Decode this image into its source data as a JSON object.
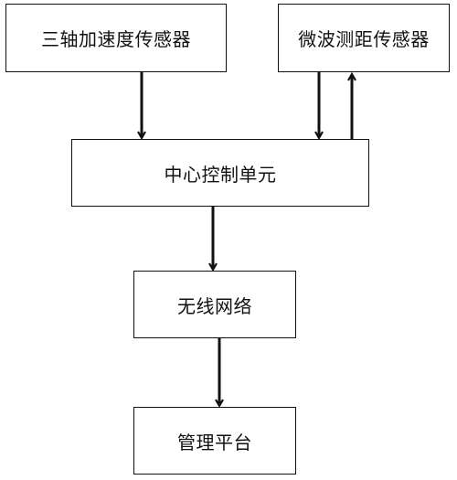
{
  "nodes": {
    "accelerometer": "三轴加速度传感器",
    "microwave_ranging": "微波测距传感器",
    "central_control": "中心控制单元",
    "wireless_network": "无线网络",
    "management_platform": "管理平台"
  },
  "edges": [
    {
      "from": "三轴加速度传感器",
      "to": "中心控制单元"
    },
    {
      "from": "微波测距传感器",
      "to": "中心控制单元"
    },
    {
      "from": "中心控制单元",
      "to": "微波测距传感器"
    },
    {
      "from": "中心控制单元",
      "to": "无线网络"
    },
    {
      "from": "无线网络",
      "to": "管理平台"
    }
  ]
}
